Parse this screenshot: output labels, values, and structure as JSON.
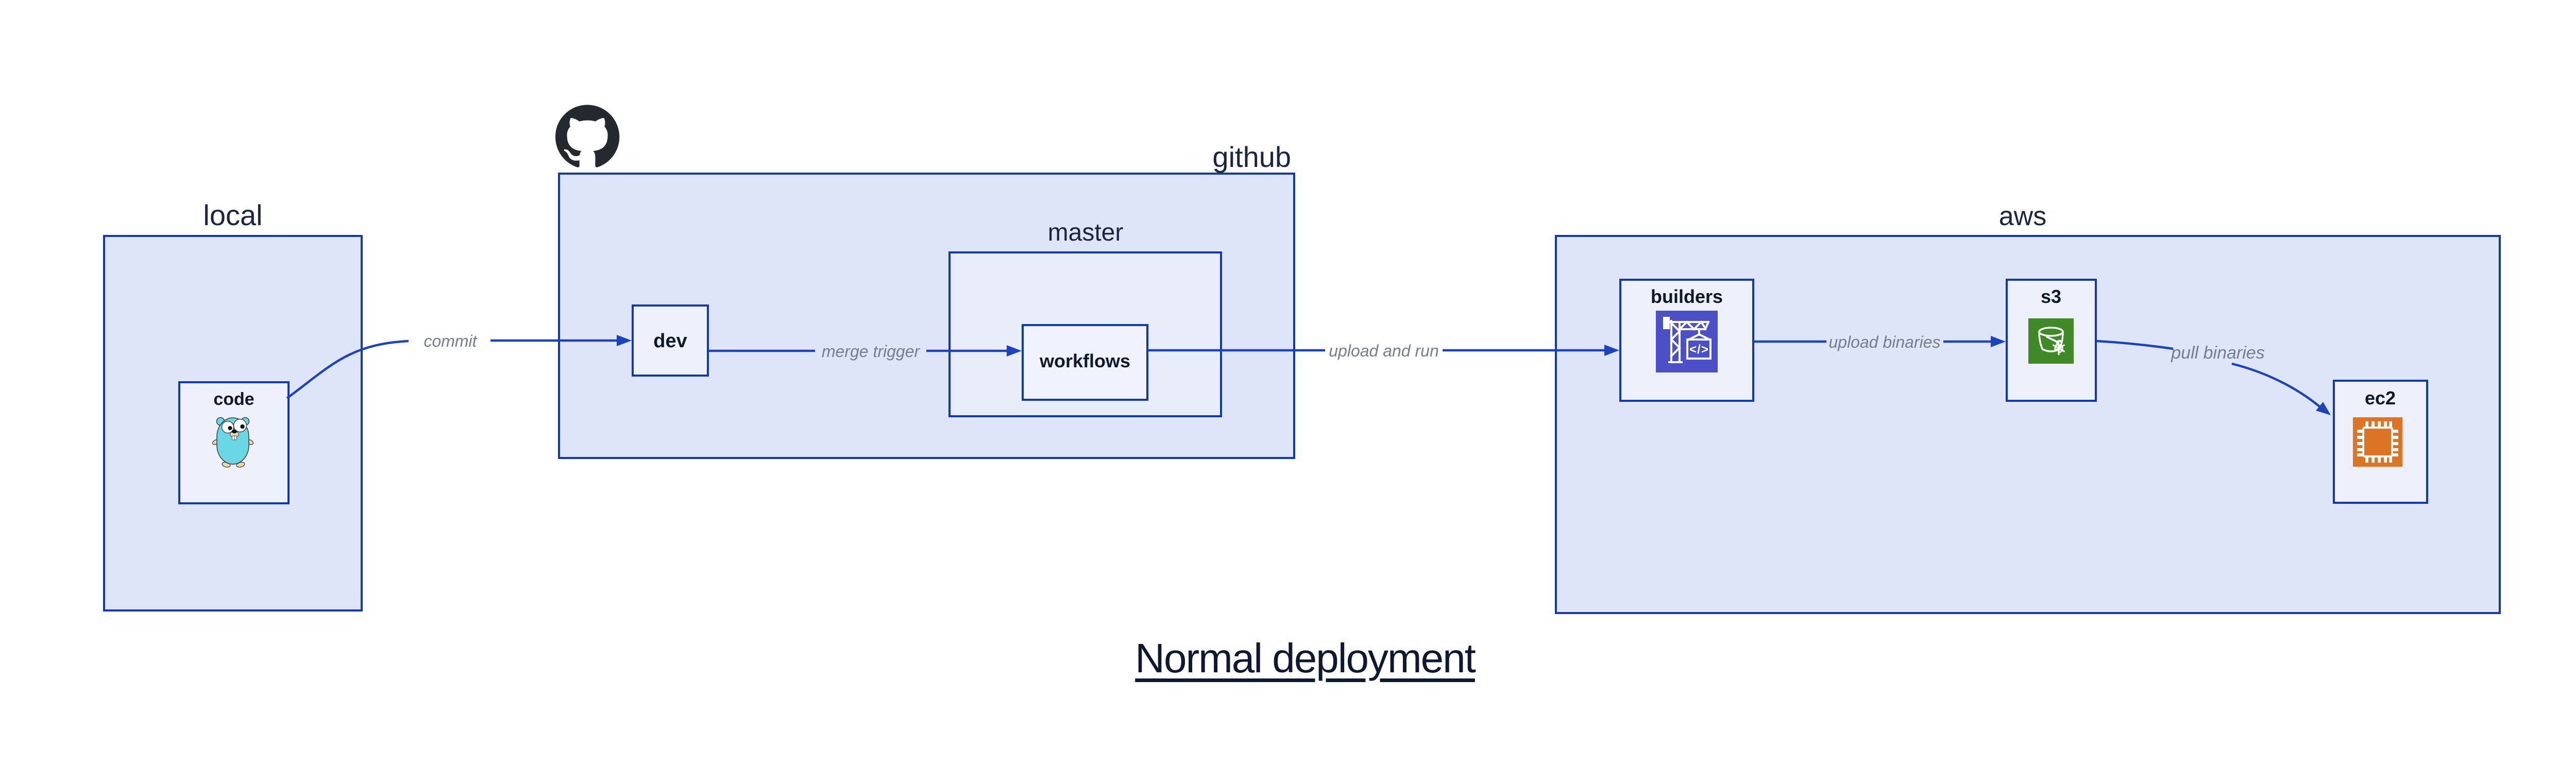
{
  "title": {
    "text": "Normal deployment"
  },
  "groups": {
    "local": {
      "label": "local"
    },
    "github": {
      "label": "github"
    },
    "master": {
      "label": "master"
    },
    "aws": {
      "label": "aws"
    }
  },
  "nodes": {
    "code": {
      "label": "code"
    },
    "dev": {
      "label": "dev"
    },
    "workflows": {
      "label": "workflows"
    },
    "builders": {
      "label": "builders"
    },
    "s3": {
      "label": "s3"
    },
    "ec2": {
      "label": "ec2"
    }
  },
  "edges": {
    "commit": {
      "label": "commit"
    },
    "merge_trigger": {
      "label": "merge trigger"
    },
    "upload_and_run": {
      "label": "upload and run"
    },
    "upload_binaries": {
      "label": "upload binaries"
    },
    "pull_binaries": {
      "label": "pull binaries"
    }
  },
  "icons": {
    "github_logo": "github-octocat-icon",
    "code_icon": "go-gopher-icon",
    "builders_icon": "codebuild-crane-icon",
    "builders_icon_text": "</>",
    "s3_icon": "s3-glacier-bucket-icon",
    "ec2_icon": "ec2-chip-icon"
  },
  "colors": {
    "group_fill": "#dfe5f8",
    "master_fill": "#e9edfa",
    "node_fill": "#eef1fc",
    "border_blue": "#1238b0",
    "arrow_blue": "#1c43bd",
    "edge_label_gray": "#767e8a",
    "title_navy": "#0f1831",
    "codebuild_purple": "#4b50c8",
    "s3_green": "#3f8a27",
    "ec2_orange": "#dd7425",
    "github_black": "#24292f",
    "gopher_teal": "#6ad7e5"
  }
}
